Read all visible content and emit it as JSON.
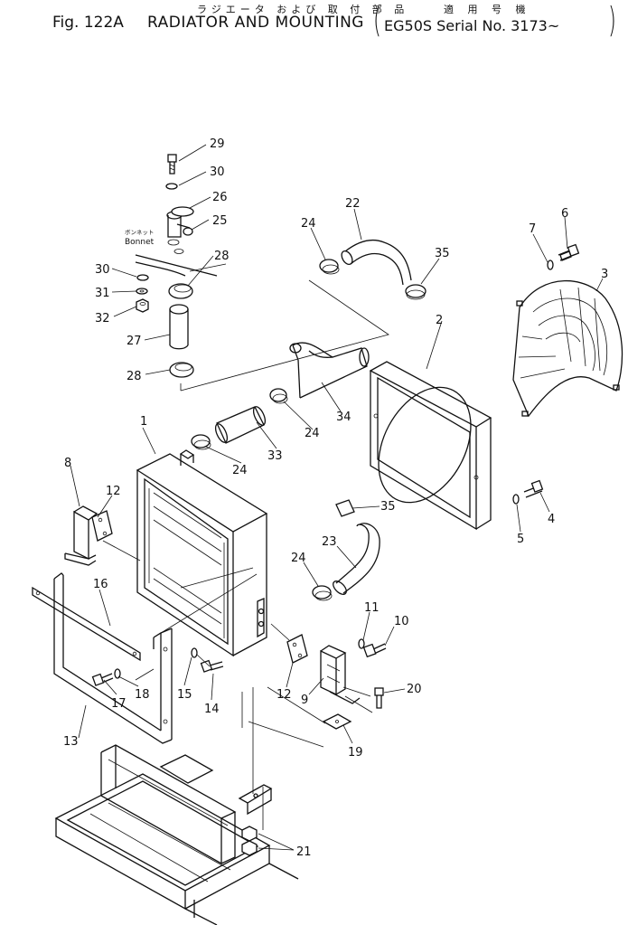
{
  "header": {
    "jp_title": "ラジエータ および 取 付 部 品",
    "jp_applicability": "適 用 号 機",
    "fig_number": "Fig. 122A",
    "fig_title": "RADIATOR AND MOUNTING",
    "applicability": "EG50S Serial No. 3173~",
    "paren_open": "(",
    "paren_close": ")"
  },
  "bonnet_label": {
    "jp": "ボンネット",
    "en": "Bonnet"
  },
  "callouts": [
    {
      "n": "1"
    },
    {
      "n": "2"
    },
    {
      "n": "3"
    },
    {
      "n": "4"
    },
    {
      "n": "5"
    },
    {
      "n": "6"
    },
    {
      "n": "7"
    },
    {
      "n": "8"
    },
    {
      "n": "9"
    },
    {
      "n": "10"
    },
    {
      "n": "11"
    },
    {
      "n": "12"
    },
    {
      "n": "12"
    },
    {
      "n": "13"
    },
    {
      "n": "14"
    },
    {
      "n": "15"
    },
    {
      "n": "16"
    },
    {
      "n": "17"
    },
    {
      "n": "18"
    },
    {
      "n": "19"
    },
    {
      "n": "20"
    },
    {
      "n": "21"
    },
    {
      "n": "22"
    },
    {
      "n": "23"
    },
    {
      "n": "24"
    },
    {
      "n": "24"
    },
    {
      "n": "24"
    },
    {
      "n": "24"
    },
    {
      "n": "25"
    },
    {
      "n": "26"
    },
    {
      "n": "27"
    },
    {
      "n": "28"
    },
    {
      "n": "28"
    },
    {
      "n": "29"
    },
    {
      "n": "30"
    },
    {
      "n": "30"
    },
    {
      "n": "31"
    },
    {
      "n": "32"
    },
    {
      "n": "33"
    },
    {
      "n": "34"
    },
    {
      "n": "35"
    },
    {
      "n": "35"
    }
  ]
}
